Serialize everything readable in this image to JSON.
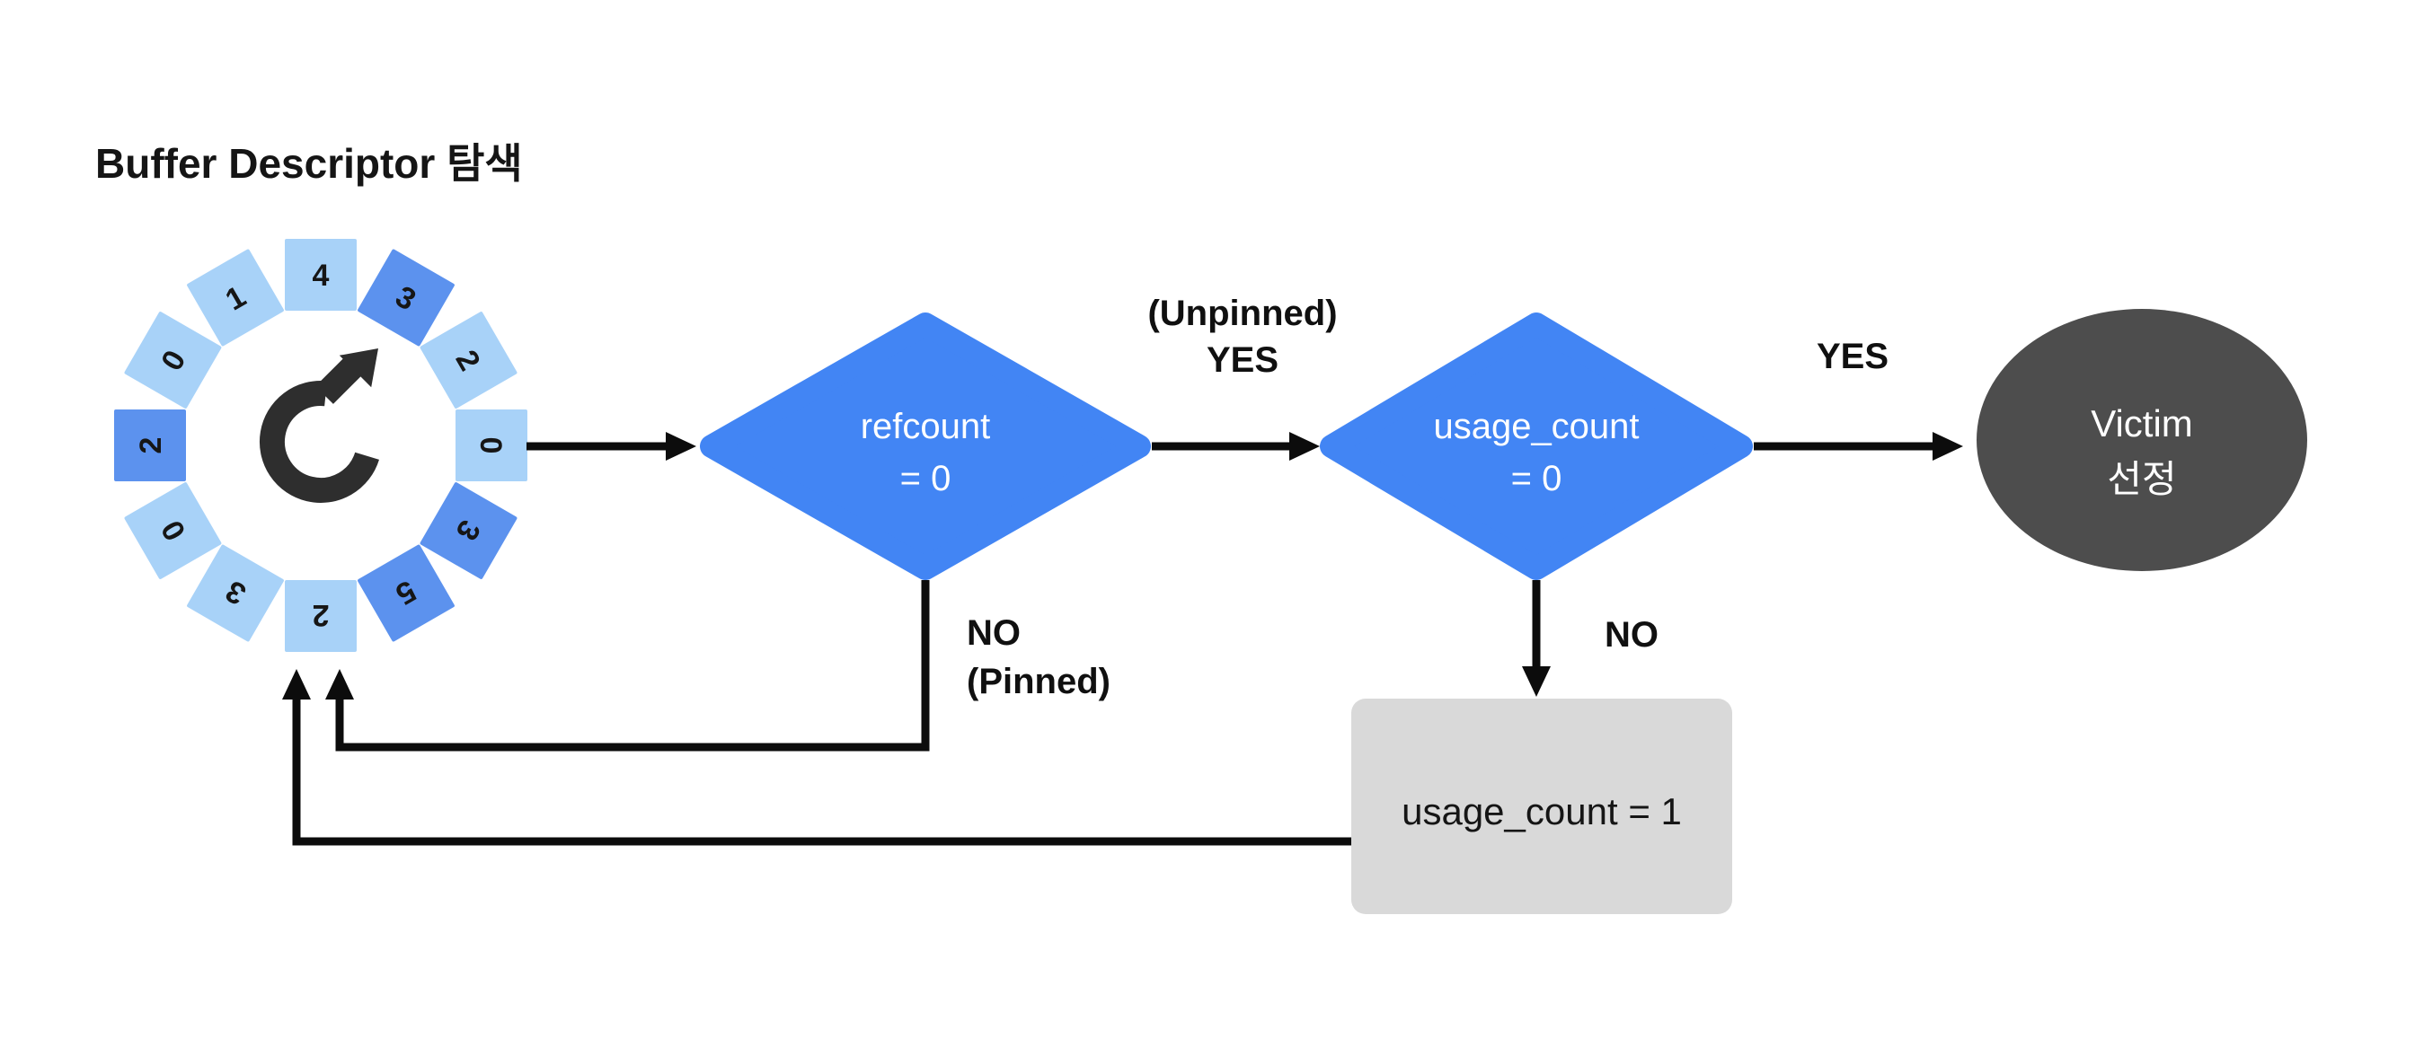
{
  "title": "Buffer Descriptor 탐색",
  "colors": {
    "background": "#FFFFFF",
    "slot_light": "#A8D2F8",
    "slot_dark": "#5C92EE",
    "diamond": "#4285F4",
    "victim": "#4D4D4D",
    "box": "#D9D9D9",
    "line": "#0C0C0C",
    "icon": "#2E2E2E",
    "text_dark": "#151515",
    "text_light": "#FFFFFF"
  },
  "clock": {
    "description": "clock-sweep buffer ring, usage counts clockwise from top",
    "icon": "rotate-clockwise",
    "slots": [
      {
        "label": "4",
        "color": "#A8D2F8"
      },
      {
        "label": "3",
        "color": "#5C92EE"
      },
      {
        "label": "2",
        "color": "#A8D2F8"
      },
      {
        "label": "0",
        "color": "#A8D2F8"
      },
      {
        "label": "3",
        "color": "#5C92EE"
      },
      {
        "label": "5",
        "color": "#5C92EE"
      },
      {
        "label": "2",
        "color": "#A8D2F8"
      },
      {
        "label": "3",
        "color": "#A8D2F8"
      },
      {
        "label": "0",
        "color": "#A8D2F8"
      },
      {
        "label": "2",
        "color": "#5C92EE"
      },
      {
        "label": "0",
        "color": "#A8D2F8"
      },
      {
        "label": "1",
        "color": "#A8D2F8"
      }
    ]
  },
  "nodes": {
    "refcount": {
      "line1": "refcount",
      "line2": "= 0"
    },
    "usage_count": {
      "line1": "usage_count",
      "line2": "= 0"
    },
    "victim": {
      "line1": "Victim",
      "line2": "선정"
    },
    "reset_box": {
      "label": "usage_count = 1"
    }
  },
  "edges": {
    "refcount_yes": {
      "line1": "(Unpinned)",
      "line2": "YES"
    },
    "usage_yes": {
      "label": "YES"
    },
    "refcount_no": {
      "line1": "NO",
      "line2": "(Pinned)"
    },
    "usage_no": {
      "label": "NO"
    }
  }
}
